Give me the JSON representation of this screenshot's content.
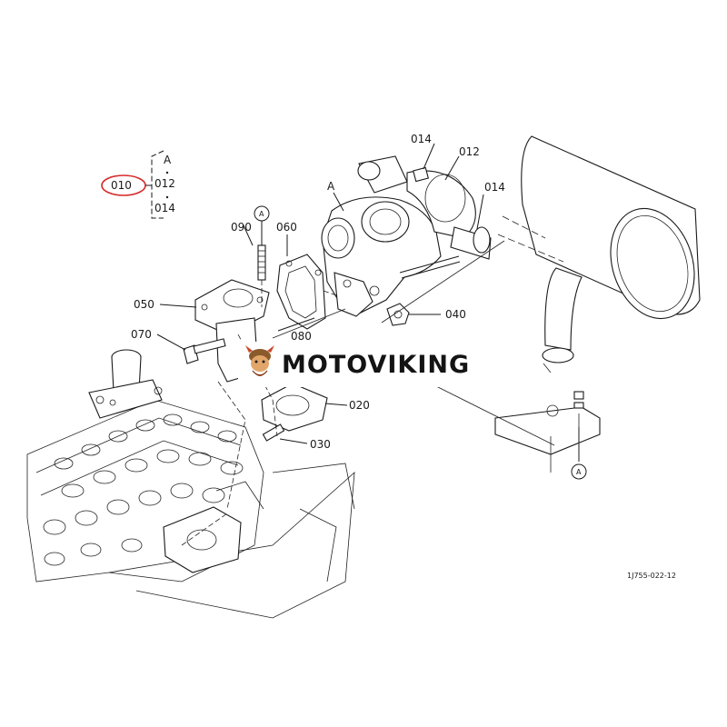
{
  "callout_group": {
    "selected": "010",
    "items": [
      "A",
      "012",
      "014"
    ],
    "highlight_color": "#d62b2b"
  },
  "labels": {
    "p014_top": "014",
    "p012": "012",
    "p014_right": "014",
    "p_a": "A",
    "p090": "090",
    "p060": "060",
    "p050": "050",
    "p040": "040",
    "p070": "070",
    "p080": "080",
    "p020": "020",
    "p030": "030",
    "ref_a_top": "A",
    "ref_a_bottom": "A"
  },
  "drawing_code": "1J755-022-12",
  "watermark": {
    "text": "MOTOVIKING",
    "logo": "viking-logo-icon"
  }
}
